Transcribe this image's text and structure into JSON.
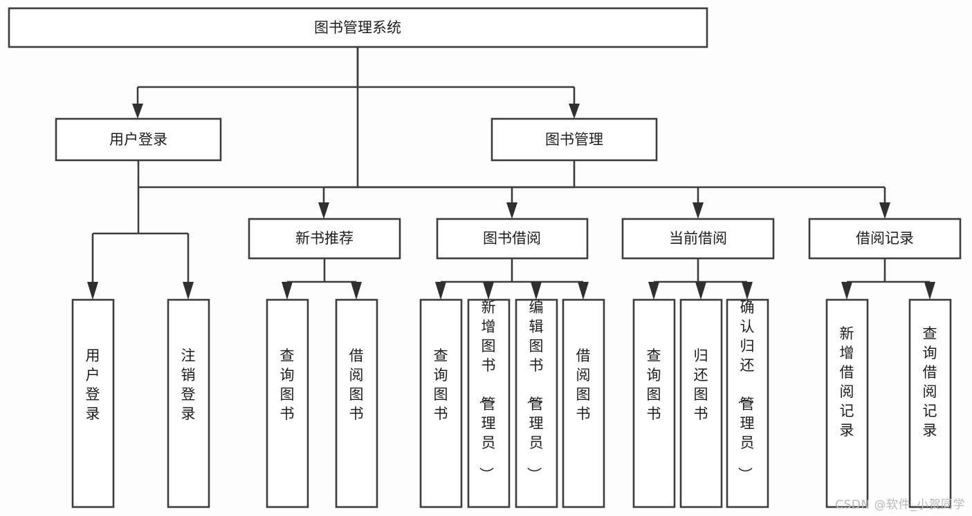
{
  "diagram": {
    "type": "tree-hierarchy",
    "orientation": "top-down",
    "title": "图书管理系统",
    "background_color": "#fdfdfd",
    "line_color": "#3c3c3c",
    "box_fill_color": "#ffffff",
    "text_color": "#1d1d1d",
    "levels": 4
  },
  "root": {
    "label": "图书管理系统"
  },
  "level2": [
    {
      "label": "用户登录"
    },
    {
      "label": "图书管理"
    }
  ],
  "level3": [
    {
      "label": "新书推荐"
    },
    {
      "label": "图书借阅"
    },
    {
      "label": "当前借阅"
    },
    {
      "label": "借阅记录"
    }
  ],
  "leaves": {
    "user_login": [
      {
        "label": "用户登录"
      },
      {
        "label": "注销登录"
      }
    ],
    "new_book": [
      {
        "label": "查询图书"
      },
      {
        "label": "借阅图书"
      }
    ],
    "book_borrow": [
      {
        "label": "查询图书"
      },
      {
        "label": "新增图书（管理员）"
      },
      {
        "label": "编辑图书（管理员）"
      },
      {
        "label": "借阅图书"
      }
    ],
    "current_borrow": [
      {
        "label": "查询图书"
      },
      {
        "label": "归还图书"
      },
      {
        "label": "确认归还（管理员）"
      }
    ],
    "borrow_record": [
      {
        "label": "新增借阅记录"
      },
      {
        "label": "查询借阅记录"
      }
    ]
  },
  "watermark": {
    "label": "CSDN @软件_小贺同学"
  }
}
